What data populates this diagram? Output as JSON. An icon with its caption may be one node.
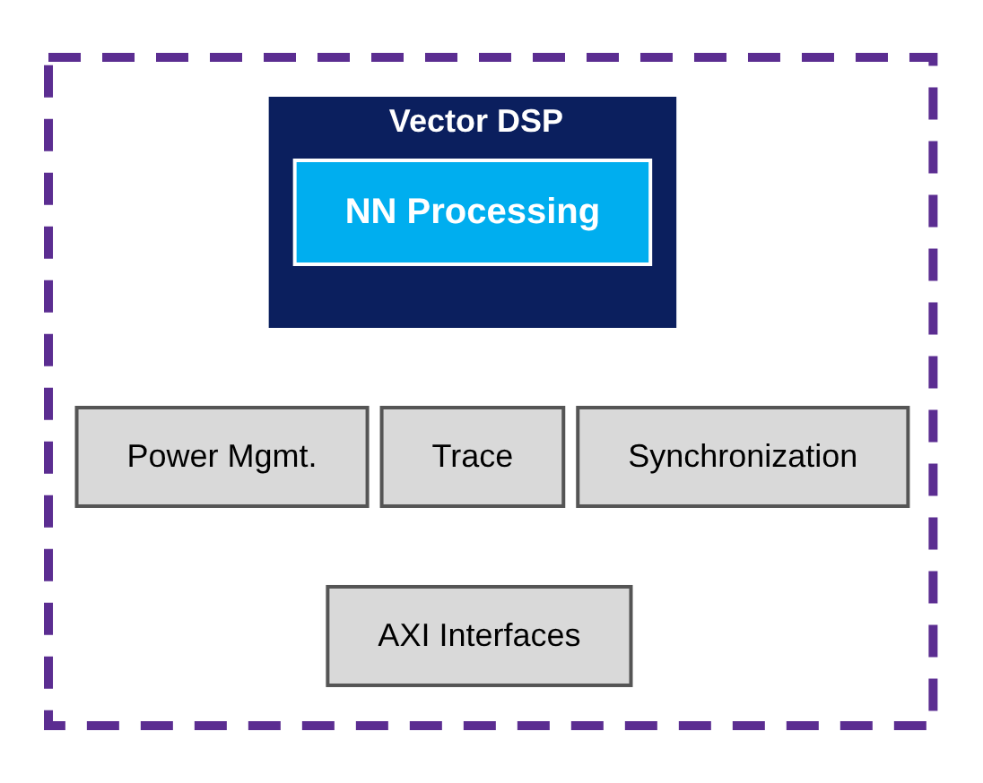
{
  "diagram": {
    "nodes": [
      {
        "text": [],
        "shape": "box"
      },
      {
        "text": [
          "Vector DSP"
        ],
        "in": 0
      },
      {
        "text": [
          "NN Processing"
        ],
        "in": 1
      },
      {
        "text": [
          "Power Mgmt."
        ],
        "in": 0
      },
      {
        "text": [
          "Trace"
        ],
        "in": 0
      },
      {
        "text": [
          "Synchronization"
        ],
        "in": 0
      },
      {
        "text": [
          "AXI Interfaces"
        ],
        "in": 0
      }
    ]
  }
}
